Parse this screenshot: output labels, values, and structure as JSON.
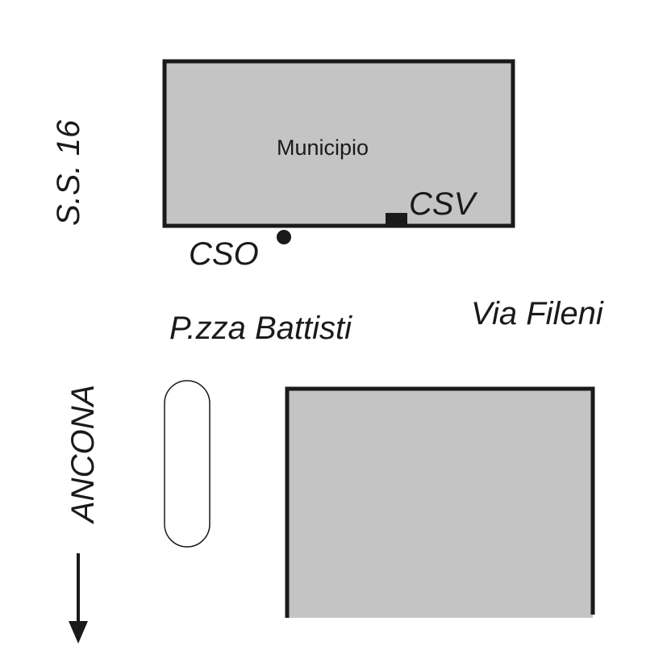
{
  "map": {
    "labels": {
      "municipio": "Municipio",
      "csv": "CSV",
      "cso": "CSO",
      "piazza": "P.zza Battisti",
      "via": "Via Fileni",
      "road": "S.S. 16",
      "direction": "ANCONA"
    },
    "colors": {
      "building_fill": "#c4c4c4",
      "outline": "#1a1a1a",
      "background": "#ffffff"
    },
    "icons": {
      "csv_marker": "square-marker-icon",
      "cso_marker": "dot-marker-icon",
      "direction_arrow": "arrow-down-icon"
    }
  }
}
